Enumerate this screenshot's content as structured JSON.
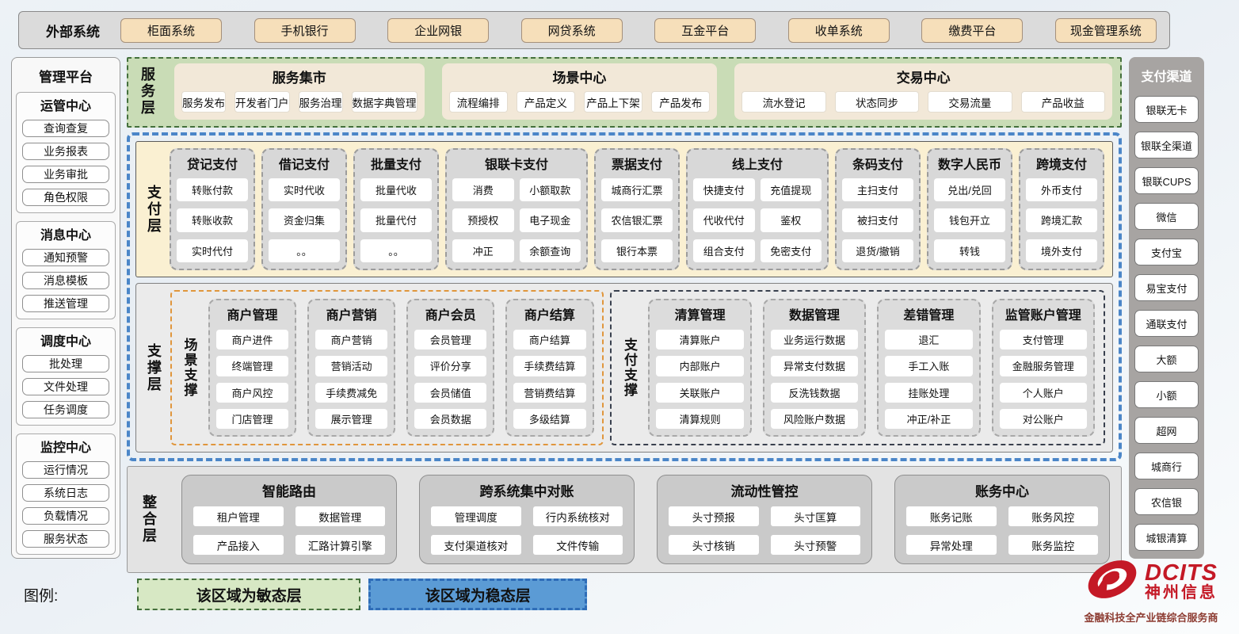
{
  "external": {
    "label": "外部系统",
    "items": [
      "柜面系统",
      "手机银行",
      "企业网银",
      "网贷系统",
      "互金平台",
      "收单系统",
      "缴费平台",
      "现金管理系统"
    ]
  },
  "management": {
    "title": "管理平台",
    "groups": [
      {
        "title": "运管中心",
        "items": [
          "查询查复",
          "业务报表",
          "业务审批",
          "角色权限"
        ]
      },
      {
        "title": "消息中心",
        "items": [
          "通知预警",
          "消息模板",
          "推送管理"
        ]
      },
      {
        "title": "调度中心",
        "items": [
          "批处理",
          "文件处理",
          "任务调度"
        ]
      },
      {
        "title": "监控中心",
        "items": [
          "运行情况",
          "系统日志",
          "负载情况",
          "服务状态"
        ]
      }
    ]
  },
  "service_layer": {
    "label": "服务层",
    "groups": [
      {
        "title": "服务集市",
        "items": [
          "服务发布",
          "开发者门户",
          "服务治理",
          "数据字典管理"
        ]
      },
      {
        "title": "场景中心",
        "items": [
          "流程编排",
          "产品定义",
          "产品上下架",
          "产品发布"
        ]
      },
      {
        "title": "交易中心",
        "items": [
          "流水登记",
          "状态同步",
          "交易流量",
          "产品收益"
        ]
      }
    ]
  },
  "payment_layer": {
    "label": "支付层",
    "columns": [
      {
        "title": "贷记支付",
        "cols": 1,
        "items": [
          "转账付款",
          "转账收款",
          "实时代付"
        ]
      },
      {
        "title": "借记支付",
        "cols": 1,
        "items": [
          "实时代收",
          "资金归集",
          "。。"
        ]
      },
      {
        "title": "批量支付",
        "cols": 1,
        "items": [
          "批量代收",
          "批量代付",
          "。。"
        ]
      },
      {
        "title": "银联卡支付",
        "cols": 2,
        "items": [
          "消费",
          "小额取款",
          "预授权",
          "电子现金",
          "冲正",
          "余额查询"
        ]
      },
      {
        "title": "票据支付",
        "cols": 1,
        "items": [
          "城商行汇票",
          "农信银汇票",
          "银行本票"
        ]
      },
      {
        "title": "线上支付",
        "cols": 2,
        "items": [
          "快捷支付",
          "充值提现",
          "代收代付",
          "鉴权",
          "组合支付",
          "免密支付"
        ]
      },
      {
        "title": "条码支付",
        "cols": 1,
        "items": [
          "主扫支付",
          "被扫支付",
          "退货/撤销"
        ]
      },
      {
        "title": "数字人民币",
        "cols": 1,
        "items": [
          "兑出/兑回",
          "钱包开立",
          "转钱"
        ]
      },
      {
        "title": "跨境支付",
        "cols": 1,
        "items": [
          "外币支付",
          "跨境汇款",
          "境外支付"
        ]
      }
    ]
  },
  "support_layer": {
    "label": "支撑层",
    "scene_support": {
      "label": "场景支撑",
      "columns": [
        {
          "title": "商户管理",
          "items": [
            "商户进件",
            "终端管理",
            "商户风控",
            "门店管理"
          ]
        },
        {
          "title": "商户营销",
          "items": [
            "商户营销",
            "营销活动",
            "手续费减免",
            "展示管理"
          ]
        },
        {
          "title": "商户会员",
          "items": [
            "会员管理",
            "评价分享",
            "会员储值",
            "会员数据"
          ]
        },
        {
          "title": "商户结算",
          "items": [
            "商户结算",
            "手续费结算",
            "营销费结算",
            "多级结算"
          ]
        }
      ]
    },
    "payment_support": {
      "label": "支付支撑",
      "columns": [
        {
          "title": "清算管理",
          "items": [
            "清算账户",
            "内部账户",
            "关联账户",
            "清算规则"
          ]
        },
        {
          "title": "数据管理",
          "items": [
            "业务运行数据",
            "异常支付数据",
            "反洗钱数据",
            "风险账户数据"
          ]
        },
        {
          "title": "差错管理",
          "items": [
            "退汇",
            "手工入账",
            "挂账处理",
            "冲正/补正"
          ]
        },
        {
          "title": "监管账户管理",
          "items": [
            "支付管理",
            "金融服务管理",
            "个人账户",
            "对公账户"
          ]
        }
      ]
    }
  },
  "integration_layer": {
    "label": "整合层",
    "groups": [
      {
        "title": "智能路由",
        "items": [
          "租户管理",
          "数据管理",
          "产品接入",
          "汇路计算引擎"
        ]
      },
      {
        "title": "跨系统集中对账",
        "items": [
          "管理调度",
          "行内系统核对",
          "支付渠道核对",
          "文件传输"
        ]
      },
      {
        "title": "流动性管控",
        "items": [
          "头寸预报",
          "头寸匡算",
          "头寸核销",
          "头寸预警"
        ]
      },
      {
        "title": "账务中心",
        "items": [
          "账务记账",
          "账务风控",
          "异常处理",
          "账务监控"
        ]
      }
    ]
  },
  "channels": {
    "title": "支付渠道",
    "items": [
      "银联无卡",
      "银联全渠道",
      "银联CUPS",
      "微信",
      "支付宝",
      "易宝支付",
      "通联支付",
      "大额",
      "小额",
      "超网",
      "城商行",
      "农信银",
      "城银清算"
    ]
  },
  "legend": {
    "label": "图例:",
    "agile": "该区域为敏态层",
    "stable": "该区域为稳态层"
  },
  "logo": {
    "brand": "DCITS",
    "name": "神州信息",
    "tagline": "金融科技全产业链综合服务商"
  },
  "colors": {
    "agile_green": "#d7e8c4",
    "stable_blue": "#5b9bd5",
    "payment_cream": "#faf0d2",
    "brand_red": "#c41926",
    "scene_support_orange": "#e0963c"
  }
}
